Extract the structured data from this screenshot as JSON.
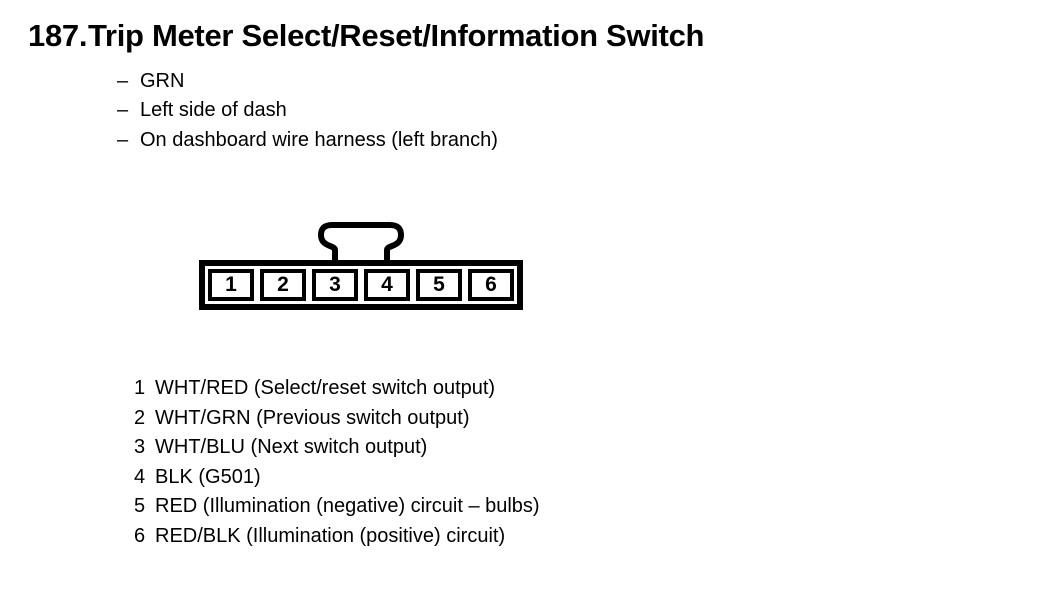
{
  "colors": {
    "text": "#000000",
    "background": "#ffffff",
    "diagram_line": "#000000"
  },
  "header": {
    "number": "187.",
    "title": "Trip Meter Select/Reset/Information Switch"
  },
  "location_notes": {
    "dash": "–",
    "items": [
      "GRN",
      "Left side of dash",
      "On dashboard wire harness (left branch)"
    ]
  },
  "connector": {
    "tab_icon": "connector-latch-tab",
    "pin_labels": [
      "1",
      "2",
      "3",
      "4",
      "5",
      "6"
    ]
  },
  "pinout": {
    "entries": [
      {
        "pin": "1",
        "description": "WHT/RED (Select/reset switch output)"
      },
      {
        "pin": "2",
        "description": "WHT/GRN (Previous switch output)"
      },
      {
        "pin": "3",
        "description": "WHT/BLU (Next switch output)"
      },
      {
        "pin": "4",
        "description": "BLK (G501)"
      },
      {
        "pin": "5",
        "description": "RED (Illumination (negative) circuit – bulbs)"
      },
      {
        "pin": "6",
        "description": "RED/BLK (Illumination (positive) circuit)"
      }
    ]
  }
}
